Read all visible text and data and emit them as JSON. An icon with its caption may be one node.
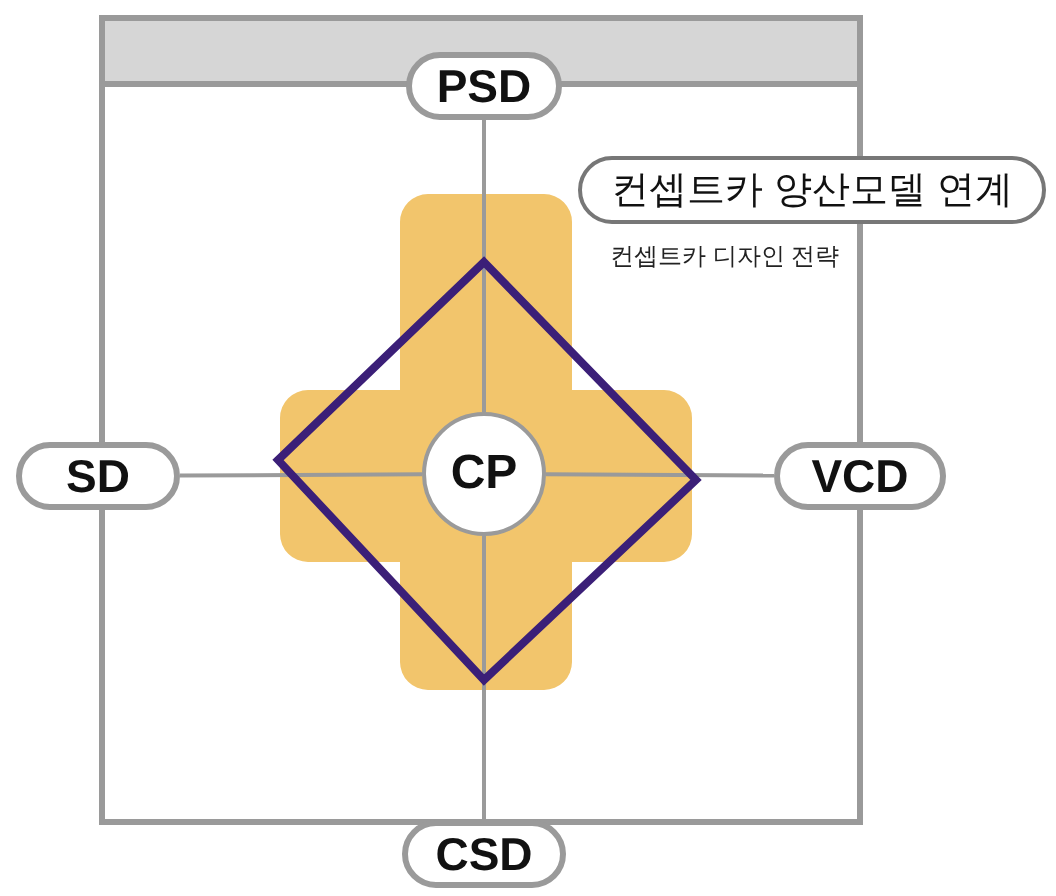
{
  "diagram": {
    "nodes": [
      {
        "text": [
          "PSD"
        ]
      },
      {
        "text": [
          "컨셉트카 양산모델 연계"
        ]
      },
      {
        "text": [
          "SD"
        ]
      },
      {
        "text": [
          "CP"
        ]
      },
      {
        "text": [
          "VCD"
        ]
      },
      {
        "text": [
          "CSD"
        ]
      }
    ],
    "edges": [
      {
        "from": 3,
        "to": 0,
        "arrow": "none"
      },
      {
        "from": 3,
        "to": 2,
        "arrow": "none"
      },
      {
        "from": 3,
        "to": 4,
        "arrow": "none"
      },
      {
        "from": 3,
        "to": 5,
        "arrow": "none"
      }
    ],
    "labels": [
      "컨셉트카 디자인 전략"
    ]
  }
}
